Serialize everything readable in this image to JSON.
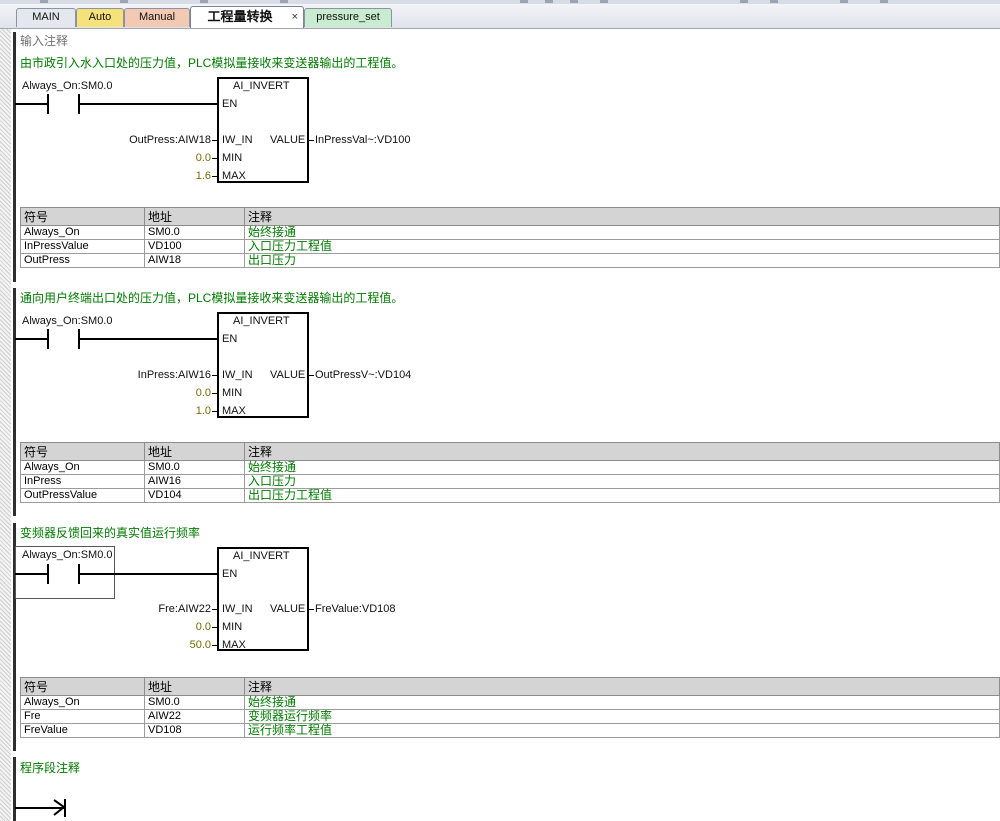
{
  "tabs": [
    {
      "label": "MAIN",
      "active": false,
      "bg": "#e4e7ee"
    },
    {
      "label": "Auto",
      "active": false,
      "bg": "#f6e27a"
    },
    {
      "label": "Manual",
      "active": false,
      "bg": "#f3c9b4"
    },
    {
      "label": "工程量转换",
      "active": true,
      "bg": "#ffffff"
    },
    {
      "label": "pressure_set",
      "active": false,
      "bg": "#c9ebcf"
    }
  ],
  "close_glyph": "×",
  "input_comment": "输入注释",
  "networks": [
    {
      "comment": "由市政引入水入口处的压力值，PLC模拟量接收来变送器输出的工程值。",
      "contact": "Always_On:SM0.0",
      "block": {
        "title": "AI_INVERT",
        "en": "EN",
        "iw_in": "IW_IN",
        "min": "MIN",
        "max": "MAX",
        "value": "VALUE"
      },
      "in_operand": "OutPress:AIW18",
      "min_val": "0.0",
      "max_val": "1.6",
      "out_operand": "InPressVal~:VD100",
      "table": {
        "headers": [
          "符号",
          "地址",
          "注释"
        ],
        "rows": [
          [
            "Always_On",
            "SM0.0",
            "始终接通"
          ],
          [
            "InPressValue",
            "VD100",
            "入口压力工程值"
          ],
          [
            "OutPress",
            "AIW18",
            "出口压力"
          ]
        ]
      }
    },
    {
      "comment": "通向用户终端出口处的压力值，PLC模拟量接收来变送器输出的工程值。",
      "contact": "Always_On:SM0.0",
      "block": {
        "title": "AI_INVERT",
        "en": "EN",
        "iw_in": "IW_IN",
        "min": "MIN",
        "max": "MAX",
        "value": "VALUE"
      },
      "in_operand": "InPress:AIW16",
      "min_val": "0.0",
      "max_val": "1.0",
      "out_operand": "OutPressV~:VD104",
      "table": {
        "headers": [
          "符号",
          "地址",
          "注释"
        ],
        "rows": [
          [
            "Always_On",
            "SM0.0",
            "始终接通"
          ],
          [
            "InPress",
            "AIW16",
            "入口压力"
          ],
          [
            "OutPressValue",
            "VD104",
            "出口压力工程值"
          ]
        ]
      }
    },
    {
      "comment": "变频器反馈回来的真实值运行频率",
      "contact": "Always_On:SM0.0",
      "block": {
        "title": "AI_INVERT",
        "en": "EN",
        "iw_in": "IW_IN",
        "min": "MIN",
        "max": "MAX",
        "value": "VALUE"
      },
      "in_operand": "Fre:AIW22",
      "min_val": "0.0",
      "max_val": "50.0",
      "out_operand": "FreValue:VD108",
      "table": {
        "headers": [
          "符号",
          "地址",
          "注释"
        ],
        "rows": [
          [
            "Always_On",
            "SM0.0",
            "始终接通"
          ],
          [
            "Fre",
            "AIW22",
            "变频器运行频率"
          ],
          [
            "FreValue",
            "VD108",
            "运行频率工程值"
          ]
        ]
      }
    }
  ],
  "network4_comment": "程序段注释"
}
